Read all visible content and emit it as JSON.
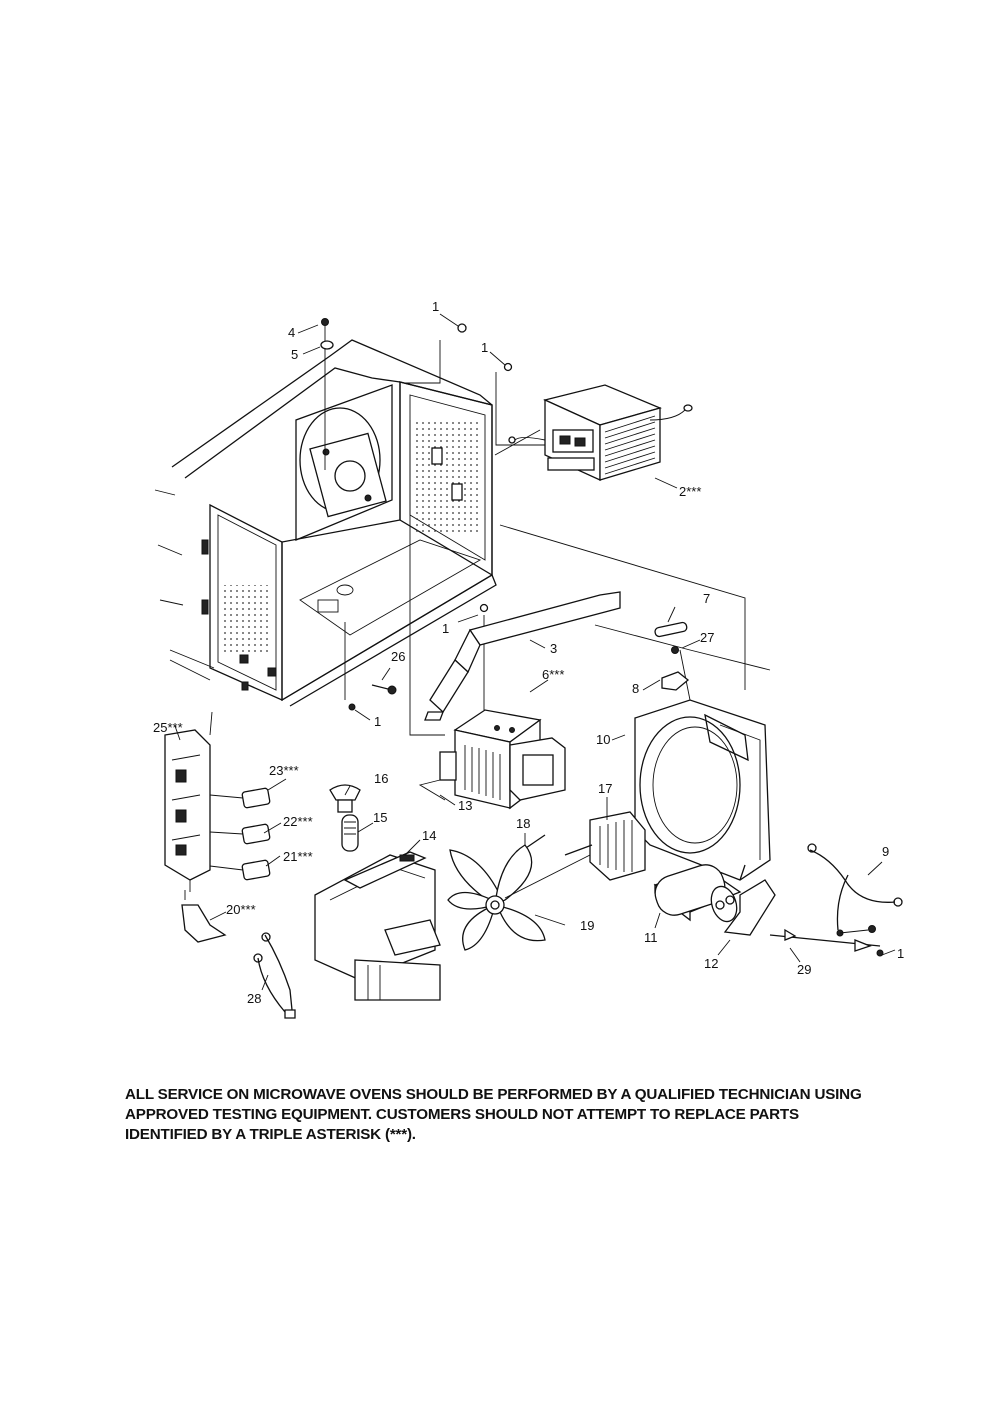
{
  "callouts": [
    {
      "id": "c-1a",
      "text": "1"
    },
    {
      "id": "c-1b",
      "text": "1"
    },
    {
      "id": "c-1c",
      "text": "1"
    },
    {
      "id": "c-1d",
      "text": "1"
    },
    {
      "id": "c-1e",
      "text": "1"
    },
    {
      "id": "c-2",
      "text": "2***"
    },
    {
      "id": "c-3",
      "text": "3"
    },
    {
      "id": "c-4",
      "text": "4"
    },
    {
      "id": "c-5",
      "text": "5"
    },
    {
      "id": "c-6",
      "text": "6***"
    },
    {
      "id": "c-7",
      "text": "7"
    },
    {
      "id": "c-8",
      "text": "8"
    },
    {
      "id": "c-9",
      "text": "9"
    },
    {
      "id": "c-10",
      "text": "10"
    },
    {
      "id": "c-11",
      "text": "11"
    },
    {
      "id": "c-12",
      "text": "12"
    },
    {
      "id": "c-13",
      "text": "13"
    },
    {
      "id": "c-14",
      "text": "14"
    },
    {
      "id": "c-15",
      "text": "15"
    },
    {
      "id": "c-16",
      "text": "16"
    },
    {
      "id": "c-17",
      "text": "17"
    },
    {
      "id": "c-18",
      "text": "18"
    },
    {
      "id": "c-19",
      "text": "19"
    },
    {
      "id": "c-20",
      "text": "20***"
    },
    {
      "id": "c-21",
      "text": "21***"
    },
    {
      "id": "c-22",
      "text": "22***"
    },
    {
      "id": "c-23",
      "text": "23***"
    },
    {
      "id": "c-25",
      "text": "25***"
    },
    {
      "id": "c-26",
      "text": "26"
    },
    {
      "id": "c-27",
      "text": "27"
    },
    {
      "id": "c-28",
      "text": "28"
    },
    {
      "id": "c-29",
      "text": "29"
    }
  ],
  "notice": {
    "line1": "ALL SERVICE ON MICROWAVE OVENS SHOULD BE PERFORMED BY A  QUALIFIED TECHNICIAN USING",
    "line2": "APPROVED TESTING EQUIPMENT.  CUSTOMERS SHOULD NOT ATTEMPT TO REPLACE PARTS",
    "line3": "IDENTIFIED BY A TRIPLE ASTERISK (***)."
  }
}
